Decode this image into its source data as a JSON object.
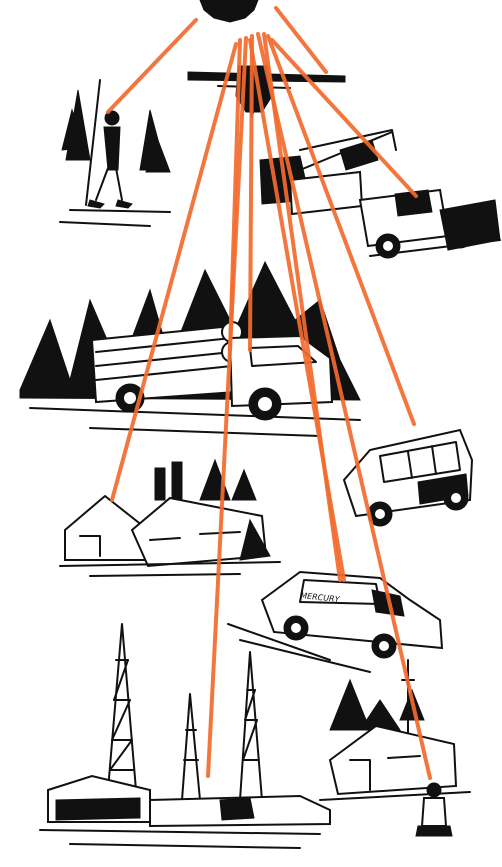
{
  "illustration": {
    "beam_color": "#f26a2e",
    "ink_color": "#111111",
    "van_lettering": "MERCURY"
  },
  "scenes": [
    {
      "id": "hiker",
      "icon": "hiker-with-staff"
    },
    {
      "id": "crane-truck",
      "icon": "power-shovel-truck"
    },
    {
      "id": "airplane",
      "icon": "airplane"
    },
    {
      "id": "logging-truck",
      "icon": "log-truck"
    },
    {
      "id": "station-wagon",
      "icon": "woody-wagon"
    },
    {
      "id": "factory",
      "icon": "factory-building"
    },
    {
      "id": "delivery-van",
      "icon": "panel-van"
    },
    {
      "id": "oil-field",
      "icon": "oil-derricks"
    },
    {
      "id": "cabin",
      "icon": "cabin-with-tower"
    },
    {
      "id": "sitting-person",
      "icon": "seated-operator"
    }
  ]
}
